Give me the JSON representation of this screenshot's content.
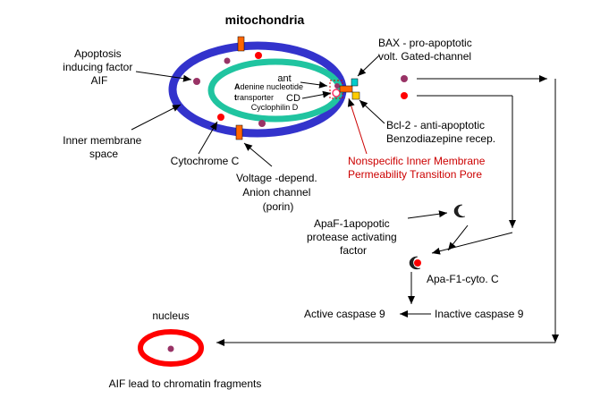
{
  "title": "mitochondria",
  "labels": {
    "aif": [
      "Apoptosis",
      "inducing factor",
      "AIF"
    ],
    "inner_space": [
      "Inner membrane",
      "space"
    ],
    "cytochrome": "Cytochrome C",
    "vdac": [
      "Voltage -depend.",
      "Anion channel",
      "(porin)"
    ],
    "ant_short": "ant",
    "ant_line1_bold": "A",
    "ant_line1_rest": "denine nucleotide",
    "ant_line2_bold": "t",
    "ant_line2_rest": "ransporter",
    "cd": "CD",
    "cyclophilin": "Cyclophilin D",
    "bax": [
      "BAX - pro-apoptotic",
      "volt. Gated-channel"
    ],
    "bcl2": [
      "Bcl-2 - anti-apoptotic",
      "Benzodiazepine recep."
    ],
    "mptp": [
      "Nonspecific Inner Membrane",
      "Permeability Transition Pore"
    ],
    "apaf1": [
      "ApaF-1apopotic",
      "protease activating",
      "factor"
    ],
    "apaf_cyto": "Apa-F1-cyto. C",
    "active_casp": "Active caspase 9",
    "inactive_casp": "Inactive caspase 9",
    "nucleus": "nucleus",
    "aif_lead": "AIF lead to chromatin fragments"
  },
  "colors": {
    "outer_membrane": "#3333cc",
    "inner_membrane": "#20c4a0",
    "cytochrome_dot": "#ff0000",
    "aif_dot": "#993366",
    "channel": "#ff6600",
    "bax": "#00cccc",
    "bcl2": "#ffcc00",
    "pore_text": "#cc0000",
    "nucleus_ring": "#ff0000"
  }
}
